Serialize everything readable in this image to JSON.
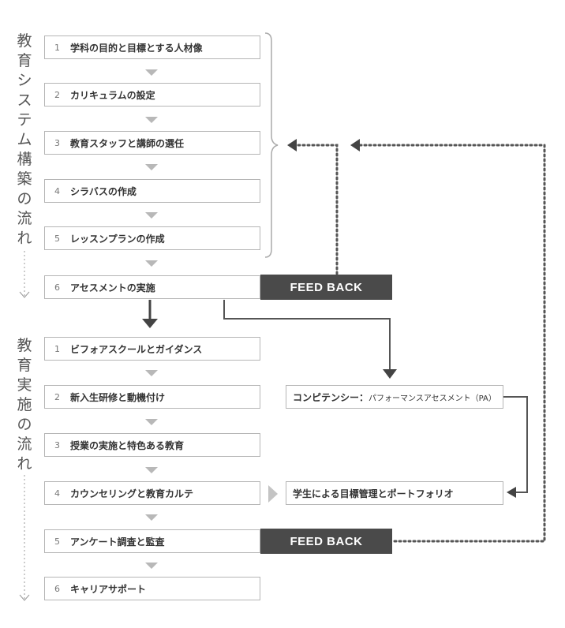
{
  "section1": {
    "label_chars": [
      "教",
      "育",
      "シ",
      "ス",
      "テ",
      "ム",
      "構",
      "築",
      "の",
      "流",
      "れ"
    ],
    "steps": [
      {
        "num": "1",
        "label": "学科の目的と目標とする人材像"
      },
      {
        "num": "2",
        "label": "カリキュラムの設定"
      },
      {
        "num": "3",
        "label": "教育スタッフと講師の選任"
      },
      {
        "num": "4",
        "label": "シラバスの作成"
      },
      {
        "num": "5",
        "label": "レッスンプランの作成"
      },
      {
        "num": "6",
        "label": "アセスメントの実施"
      }
    ],
    "feedback": "FEED BACK"
  },
  "section2": {
    "label_chars": [
      "教",
      "育",
      "実",
      "施",
      "の",
      "流",
      "れ"
    ],
    "steps": [
      {
        "num": "1",
        "label": "ビフォアスクールとガイダンス"
      },
      {
        "num": "2",
        "label": "新入生研修と動機付け"
      },
      {
        "num": "3",
        "label": "授業の実施と特色ある教育"
      },
      {
        "num": "4",
        "label": "カウンセリングと教育カルテ"
      },
      {
        "num": "5",
        "label": "アンケート調査と監査"
      },
      {
        "num": "6",
        "label": "キャリアサポート"
      }
    ],
    "feedback": "FEED BACK"
  },
  "competency": {
    "main": "コンピテンシー：",
    "sub": "パフォーマンスアセスメント（PA）"
  },
  "portfolio": "学生による目標管理とポートフォリオ",
  "colors": {
    "dark": "#4a4a4a",
    "border": "#b5b5b5",
    "triangle": "#b8b8b8",
    "line": "#555555"
  }
}
